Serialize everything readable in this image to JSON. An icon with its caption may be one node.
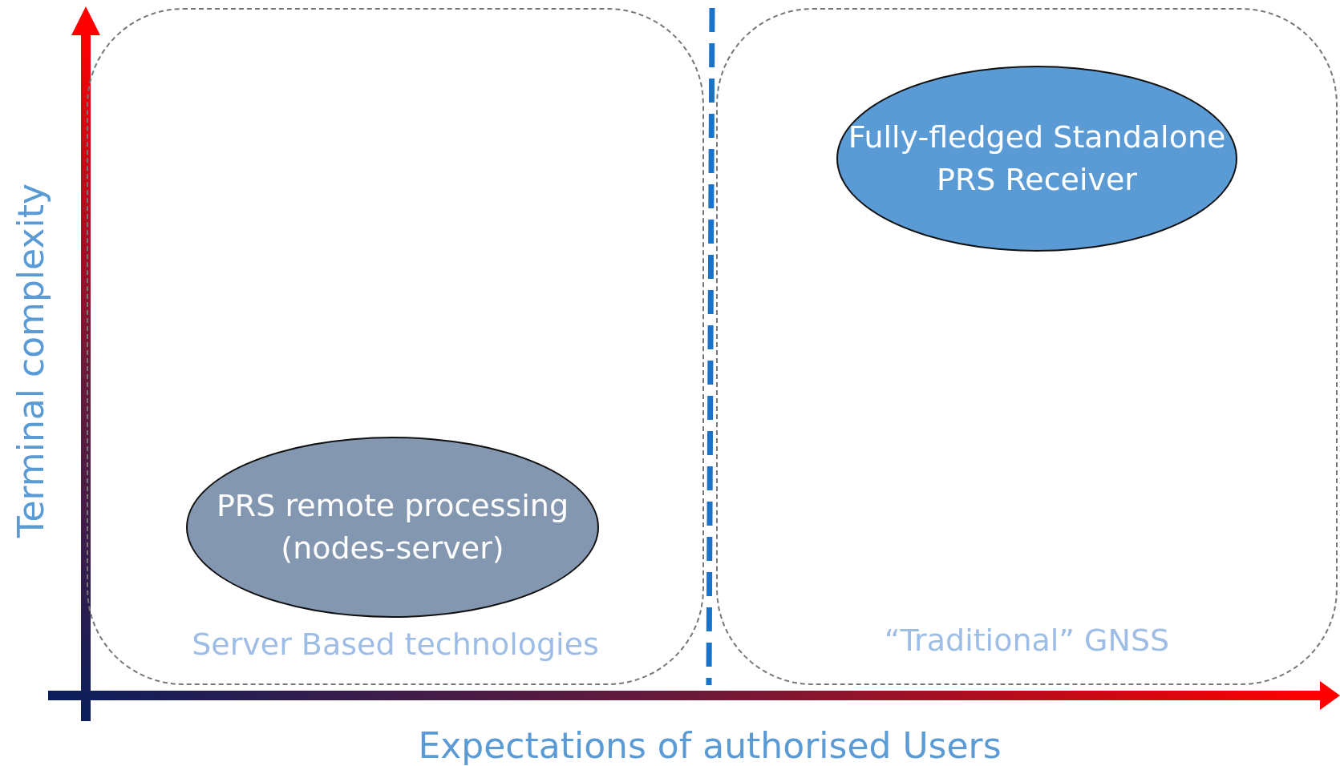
{
  "diagram": {
    "nodes": [
      {
        "text": [
          "Server Based technologies"
        ]
      },
      {
        "text": [
          "PRS remote processing (nodes-server)"
        ],
        "in": 0
      },
      {
        "text": [
          "“Traditional” GNSS"
        ]
      },
      {
        "text": [
          "Fully-fledged Standalone PRS Receiver"
        ],
        "in": 2
      }
    ],
    "edges": [],
    "labels": [
      "Terminal complexity",
      "Expectations of authorised Users"
    ]
  }
}
